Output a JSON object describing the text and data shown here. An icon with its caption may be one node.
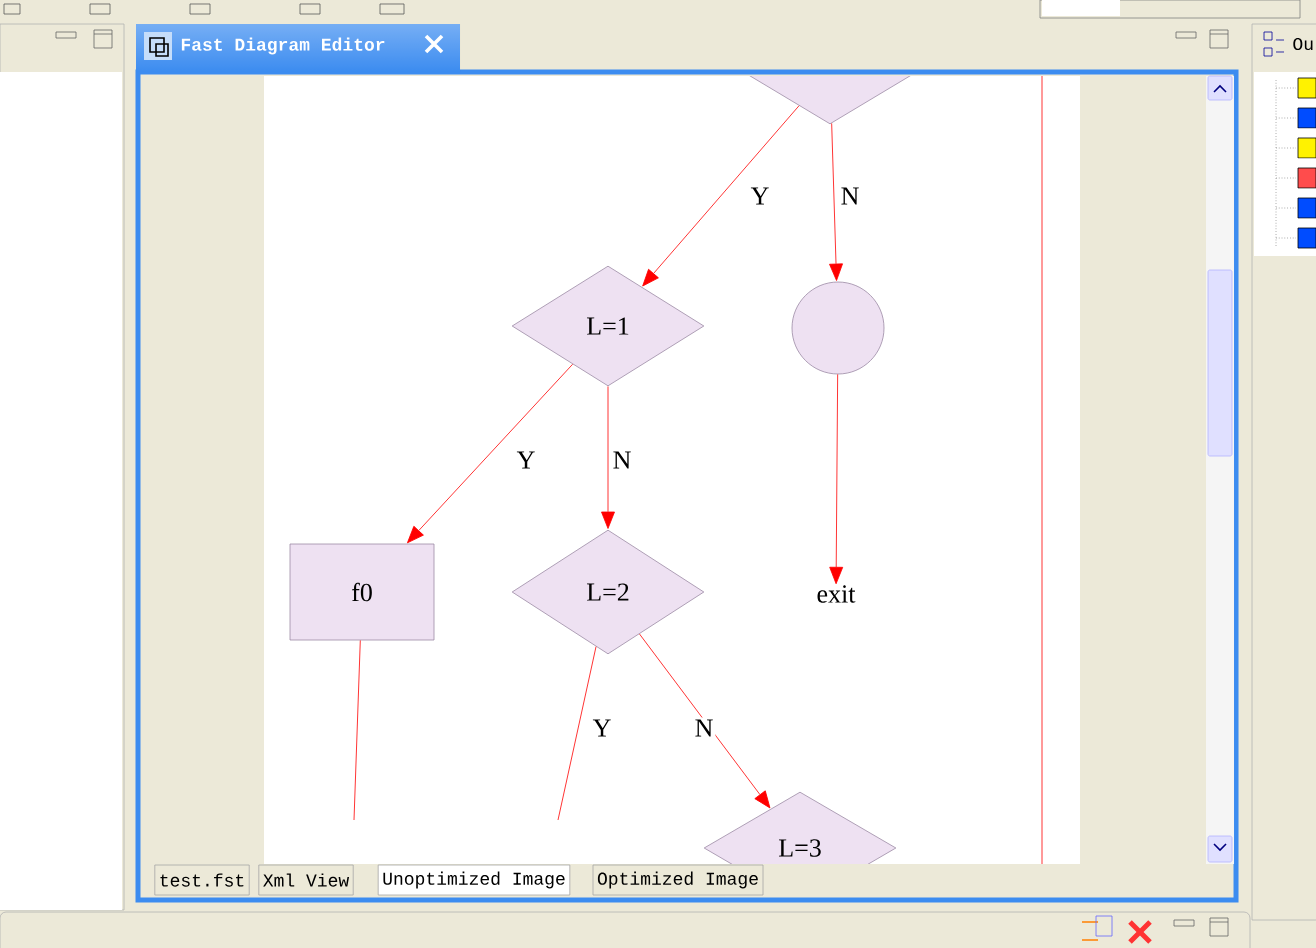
{
  "diagram": {
    "nodes": [
      {
        "text": [],
        "shape": "diamond"
      },
      {
        "text": [
          "L=1"
        ]
      },
      {
        "text": [],
        "shape": "circle"
      },
      {
        "text": [
          "f0"
        ]
      },
      {
        "text": [
          "L=2"
        ]
      },
      {
        "text": [
          "exit"
        ]
      },
      {
        "text": [
          "L=3"
        ]
      }
    ],
    "edges": [
      {
        "from": 0,
        "to": 1,
        "arrow": "to",
        "label": "Y"
      },
      {
        "from": 0,
        "to": 2,
        "arrow": "to",
        "label": "N"
      },
      {
        "from": 1,
        "to": 3,
        "arrow": "to",
        "label": "Y"
      },
      {
        "from": 1,
        "to": 4,
        "arrow": "to",
        "label": "N"
      },
      {
        "from": 2,
        "to": 5,
        "arrow": "to"
      },
      {
        "from": 4,
        "to": null,
        "arrow": "none",
        "label": "Y"
      },
      {
        "from": 4,
        "to": 6,
        "arrow": "to",
        "label": "N"
      },
      {
        "from": 3,
        "to": null,
        "arrow": "none"
      }
    ],
    "labels": [
      "Fast Diagram Editor",
      "test.fst",
      "Xml View",
      "Unoptimized Image",
      "Optimized Image",
      "Ou"
    ]
  }
}
